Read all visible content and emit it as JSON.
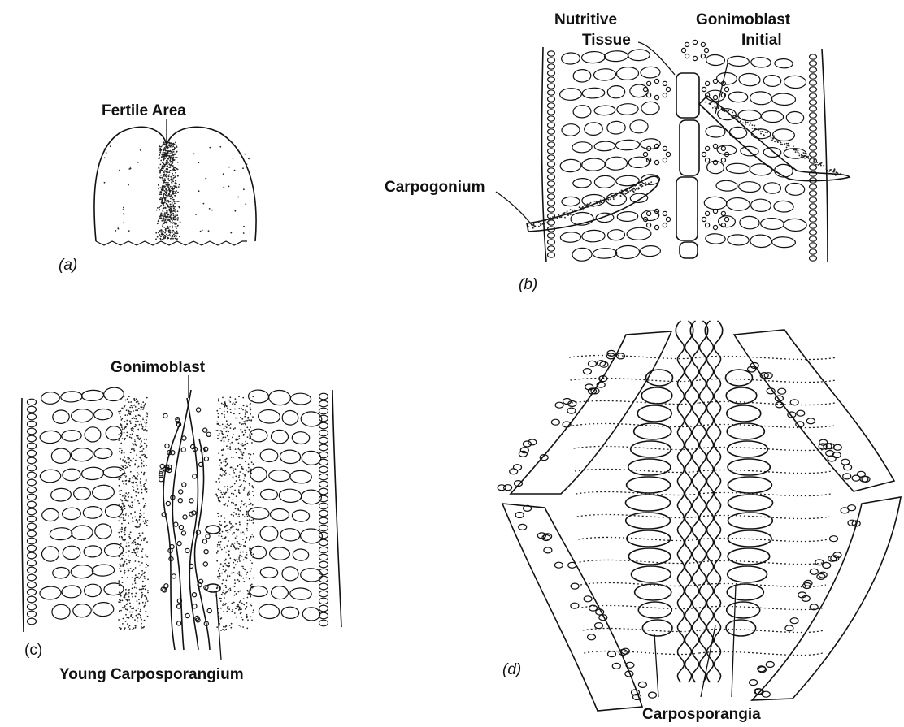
{
  "panels": {
    "a": {
      "tag": "(a)",
      "label": "Fertile Area"
    },
    "b": {
      "tag": "(b)",
      "label_nutritive_1": "Nutritive",
      "label_nutritive_2": "Tissue",
      "label_gonimo_1": "Gonimoblast",
      "label_gonimo_2": "Initial",
      "label_carpogonium": "Carpogonium"
    },
    "c": {
      "tag": "(c)",
      "label_gonimoblast": "Gonimoblast",
      "label_young": "Young Carposporangium"
    },
    "d": {
      "tag": "(d)",
      "label_carposporangia": "Carposporangia"
    }
  },
  "colors": {
    "ink": "#111111",
    "background": "#ffffff"
  }
}
